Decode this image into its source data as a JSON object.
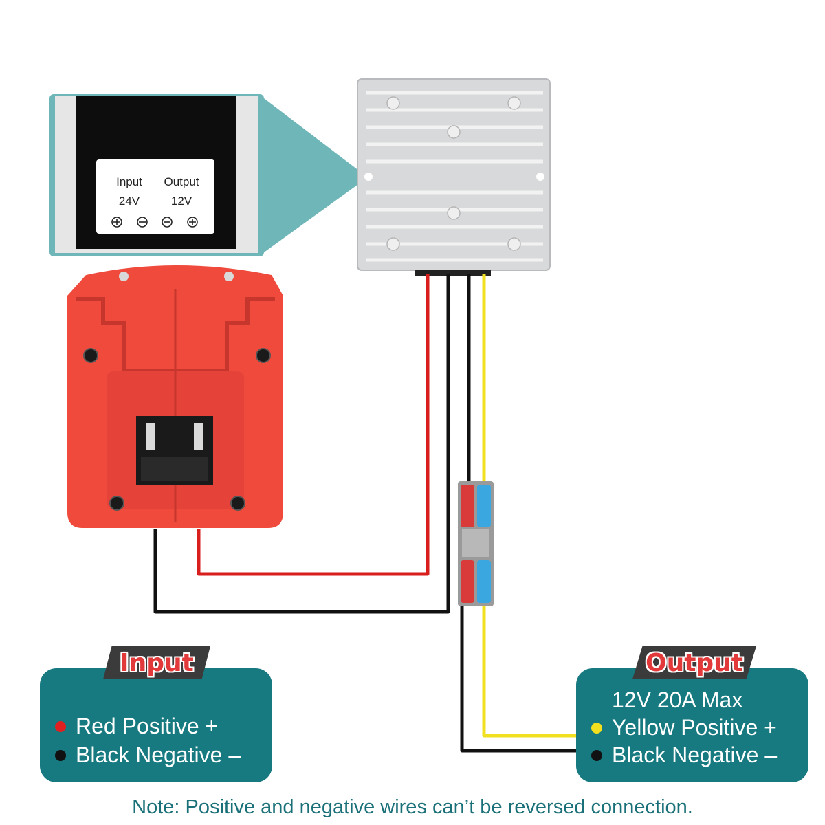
{
  "zoom_label": {
    "input_title": "Input",
    "input_value": "24V",
    "output_title": "Output",
    "output_value": "12V"
  },
  "input_panel": {
    "tag": "Input",
    "rows": [
      {
        "text": "Red Positive +",
        "dot_color": "#e02020"
      },
      {
        "text": "Black Negative –",
        "dot_color": "#111111"
      }
    ]
  },
  "output_panel": {
    "tag": "Output",
    "spec": "12V 20A Max",
    "rows": [
      {
        "text": "Yellow Positive +",
        "dot_color": "#f2e01e"
      },
      {
        "text": "Black Negative –",
        "dot_color": "#111111"
      }
    ]
  },
  "note": "Note: Positive and negative wires can’t be reversed connection.",
  "colors": {
    "panel": "#177a80",
    "wire_red": "#d91e1e",
    "wire_black": "#111111",
    "wire_yellow": "#f0e020",
    "adapter_red": "#ef4a3c",
    "converter": "#d9dadc"
  }
}
